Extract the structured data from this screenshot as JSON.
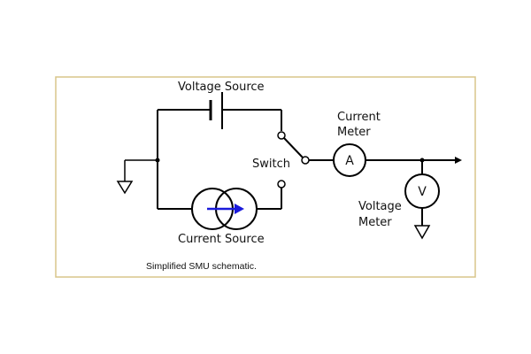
{
  "labels": {
    "voltage_source": "Voltage Source",
    "current_meter_line1": "Current",
    "current_meter_line2": "Meter",
    "switch": "Switch",
    "voltage_meter_line1": "Voltage",
    "voltage_meter_line2": "Meter",
    "current_source": "Current Source"
  },
  "meter_symbols": {
    "ammeter": "A",
    "voltmeter": "V"
  },
  "caption": "Simplified SMU schematic.",
  "colors": {
    "frame_border": "#d8c58a",
    "arrow": "#1a1adb",
    "line": "#000000"
  },
  "icons": [
    "ground-icon",
    "battery-icon",
    "switch-icon",
    "current-source-icon",
    "ammeter-icon",
    "voltmeter-icon"
  ]
}
